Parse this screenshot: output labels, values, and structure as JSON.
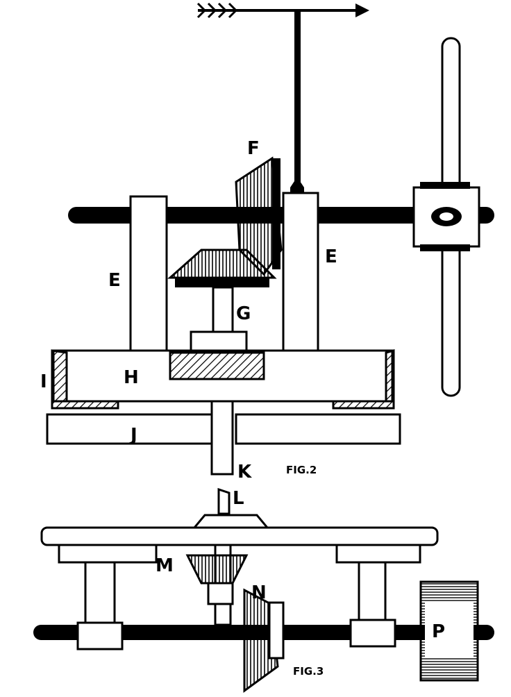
{
  "figure2": {
    "caption": "FIG.2",
    "labels": {
      "f": "F",
      "e_left": "E",
      "e_right": "E",
      "g": "G",
      "h": "H",
      "i": "I",
      "j": "J",
      "k": "K"
    }
  },
  "figure3": {
    "caption": "FIG.3",
    "labels": {
      "l": "L",
      "m": "M",
      "n": "N",
      "p": "P"
    }
  },
  "colors": {
    "ink": "#000000",
    "paper": "#ffffff"
  }
}
